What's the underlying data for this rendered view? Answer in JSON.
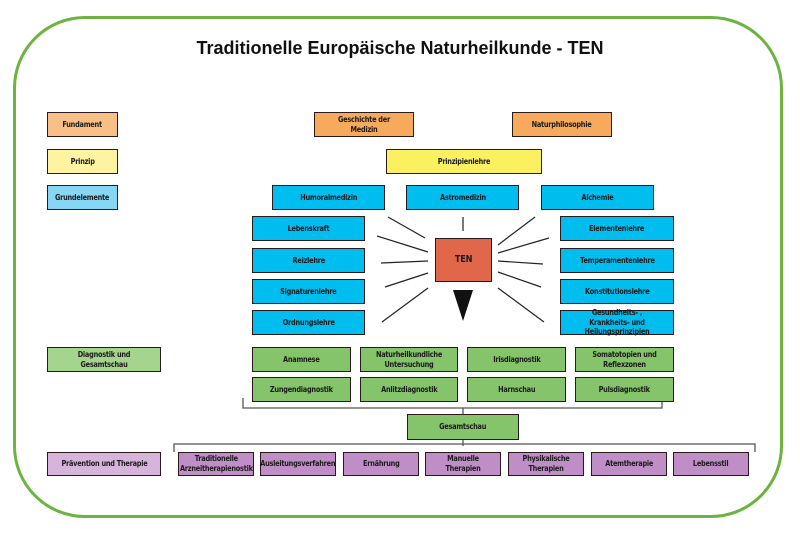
{
  "title": "Traditionelle Europäische Naturheilkunde - TEN",
  "colors": {
    "frame": "#6db33f",
    "fundament": "#f7a95c",
    "prinzip": "#fbf060",
    "grundelemente": "#00bdf0",
    "center": "#e06749",
    "diagnostik": "#86c46b",
    "therapie": "#c08ec6"
  },
  "legend": {
    "fundament": "Fundament",
    "prinzip": "Prinzip",
    "grundelemente": "Grundelemente",
    "diagnostik": "Diagnostik und Gesamtschau",
    "therapie": "Prävention und Therapie"
  },
  "fundament": [
    "Geschichte der Medizin",
    "Naturphilosophie"
  ],
  "prinzip": "Prinzipienlehre",
  "grundelemente": [
    "Humoralmedizin",
    "Astromedizin",
    "Alchemie"
  ],
  "left_column": [
    "Lebenskraft",
    "Reizlehre",
    "Signaturenlehre",
    "Ordnungslehre"
  ],
  "right_column": [
    "Elementenlehre",
    "Temperamentenlehre",
    "Konstitutionslehre",
    "Gesundheits- , Krankheits- und Heilungsprinzipien"
  ],
  "center": "TEN",
  "diagnostik": [
    [
      "Anamnese",
      "Naturheilkundliche Untersuchung",
      "Irisdiagnostik",
      "Somatotopien und Reflexzonen"
    ],
    [
      "Zungendiagnostik",
      "Anlitzdiagnostik",
      "Harnschau",
      "Pulsdiagnostik"
    ]
  ],
  "gesamtschau": "Gesamtschau",
  "therapie": [
    "Traditionelle Arzneitherapienostik",
    "Ausleitungsverfahren",
    "Ernährung",
    "Manuelle Therapien",
    "Physikalische Therapien",
    "Atemtherapie",
    "Lebensstil"
  ]
}
